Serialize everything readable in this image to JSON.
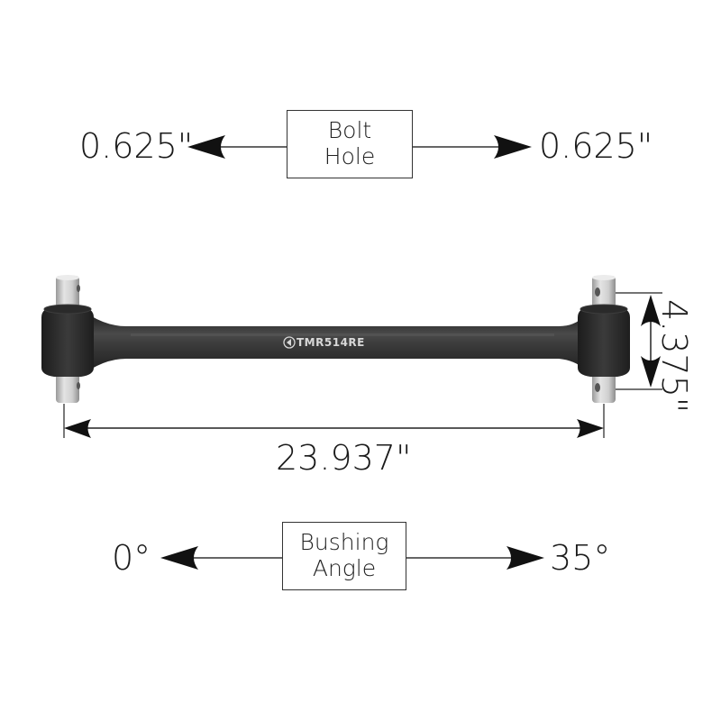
{
  "bolt_hole": {
    "label_line1": "Bolt",
    "label_line2": "Hole",
    "left_value": "0.625\"",
    "right_value": "0.625\""
  },
  "part": {
    "name": "TMR514RE",
    "logo_icon": "circled-logo-icon",
    "bar_color": "#2e2e2e",
    "pin_color": "#c8c8c8"
  },
  "dimensions": {
    "length": "23.937\"",
    "height": "4.375\""
  },
  "bushing_angle": {
    "label_line1": "Bushing",
    "label_line2": "Angle",
    "left_value": "0°",
    "right_value": "35°"
  }
}
